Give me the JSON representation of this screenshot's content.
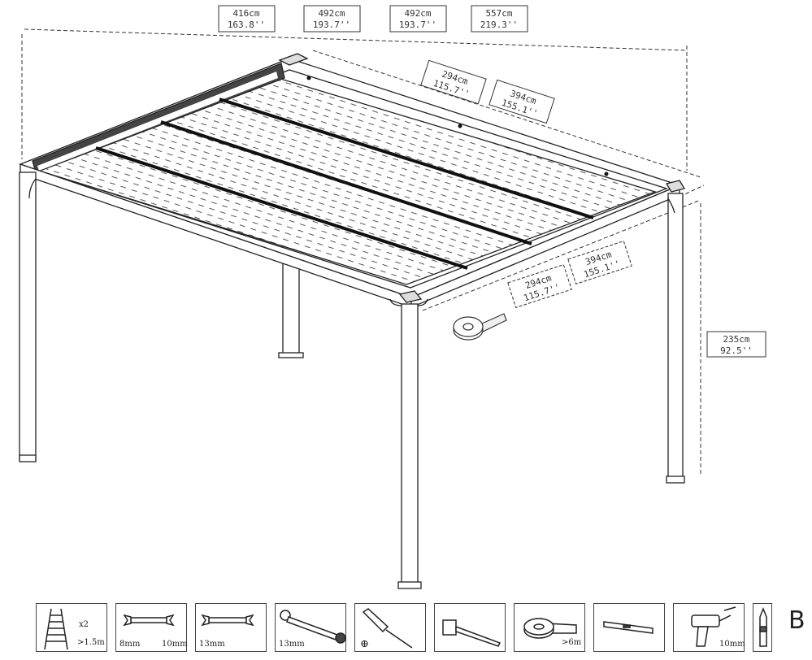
{
  "top_dimensions": [
    {
      "cm": "416cm",
      "inch": "163.8''"
    },
    {
      "cm": "492cm",
      "inch": "193.7''"
    },
    {
      "cm": "492cm",
      "inch": "193.7''"
    },
    {
      "cm": "557cm",
      "inch": "219.3''"
    }
  ],
  "depth_dimensions_back": [
    {
      "cm": "294cm",
      "inch": "115.7''"
    },
    {
      "cm": "394cm",
      "inch": "155.1''"
    }
  ],
  "depth_dimensions_front": [
    {
      "cm": "294cm",
      "inch": "115.7''"
    },
    {
      "cm": "394cm",
      "inch": "155.1''"
    }
  ],
  "height_dimension": {
    "cm": "235cm",
    "inch": "92.5''"
  },
  "tools": [
    {
      "icon": "ladder-icon",
      "notes": [
        "x2",
        ">1.5m"
      ]
    },
    {
      "icon": "double-open-wrench-icon",
      "notes": [
        "8mm",
        "10mm"
      ]
    },
    {
      "icon": "open-wrench-icon",
      "notes": [
        "13mm"
      ]
    },
    {
      "icon": "ratchet-wrench-icon",
      "notes": [
        "13mm"
      ]
    },
    {
      "icon": "phillips-screwdriver-icon",
      "notes": [
        "⊕"
      ]
    },
    {
      "icon": "rubber-mallet-icon",
      "notes": []
    },
    {
      "icon": "tape-measure-icon",
      "notes": [
        ">6m"
      ]
    },
    {
      "icon": "spirit-level-icon",
      "notes": []
    },
    {
      "icon": "power-drill-icon",
      "notes": [
        "10mm"
      ]
    },
    {
      "icon": "pencil-icon",
      "notes": []
    }
  ],
  "section_letter": "B"
}
